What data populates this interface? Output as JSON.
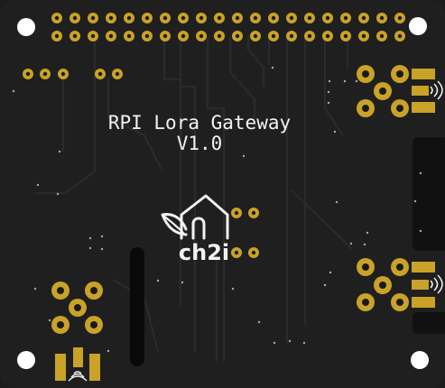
{
  "board": {
    "title_line1": "RPI Lora Gateway",
    "title_line2": "V1.0",
    "brand_text": "ch2i",
    "colors": {
      "pcb": "#1f1f1f",
      "pad": "#c9a227",
      "pad_hole": "#1a1a1a",
      "silkscreen": "#f2f2f2",
      "trace": "#2b2b2b",
      "mount_hole": "#ffffff"
    },
    "icons": [
      "house-leaf-logo-icon",
      "antenna-signal-icon"
    ]
  }
}
